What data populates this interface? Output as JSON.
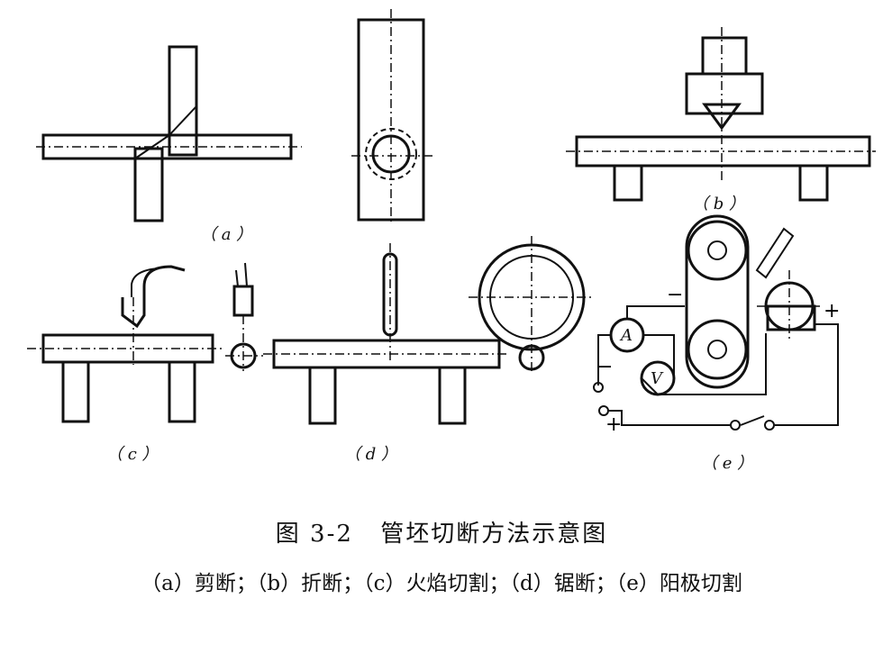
{
  "figure": {
    "panel_labels": {
      "a": "（ a ）",
      "b": "（ b ）",
      "c": "（ c ）",
      "d": "（ d ）",
      "e": "（ e ）"
    },
    "meter_labels": {
      "ammeter": "A",
      "voltmeter": "V"
    },
    "polarity": {
      "minus_top": "−",
      "minus_left": "−",
      "plus_left": "+",
      "plus_right": "+"
    }
  },
  "caption": {
    "number": "图 3-2",
    "title": "管坯切断方法示意图",
    "items": "（a）剪断；（b）折断；（c）火焰切割；（d）锯断；（e）阳极切割"
  }
}
